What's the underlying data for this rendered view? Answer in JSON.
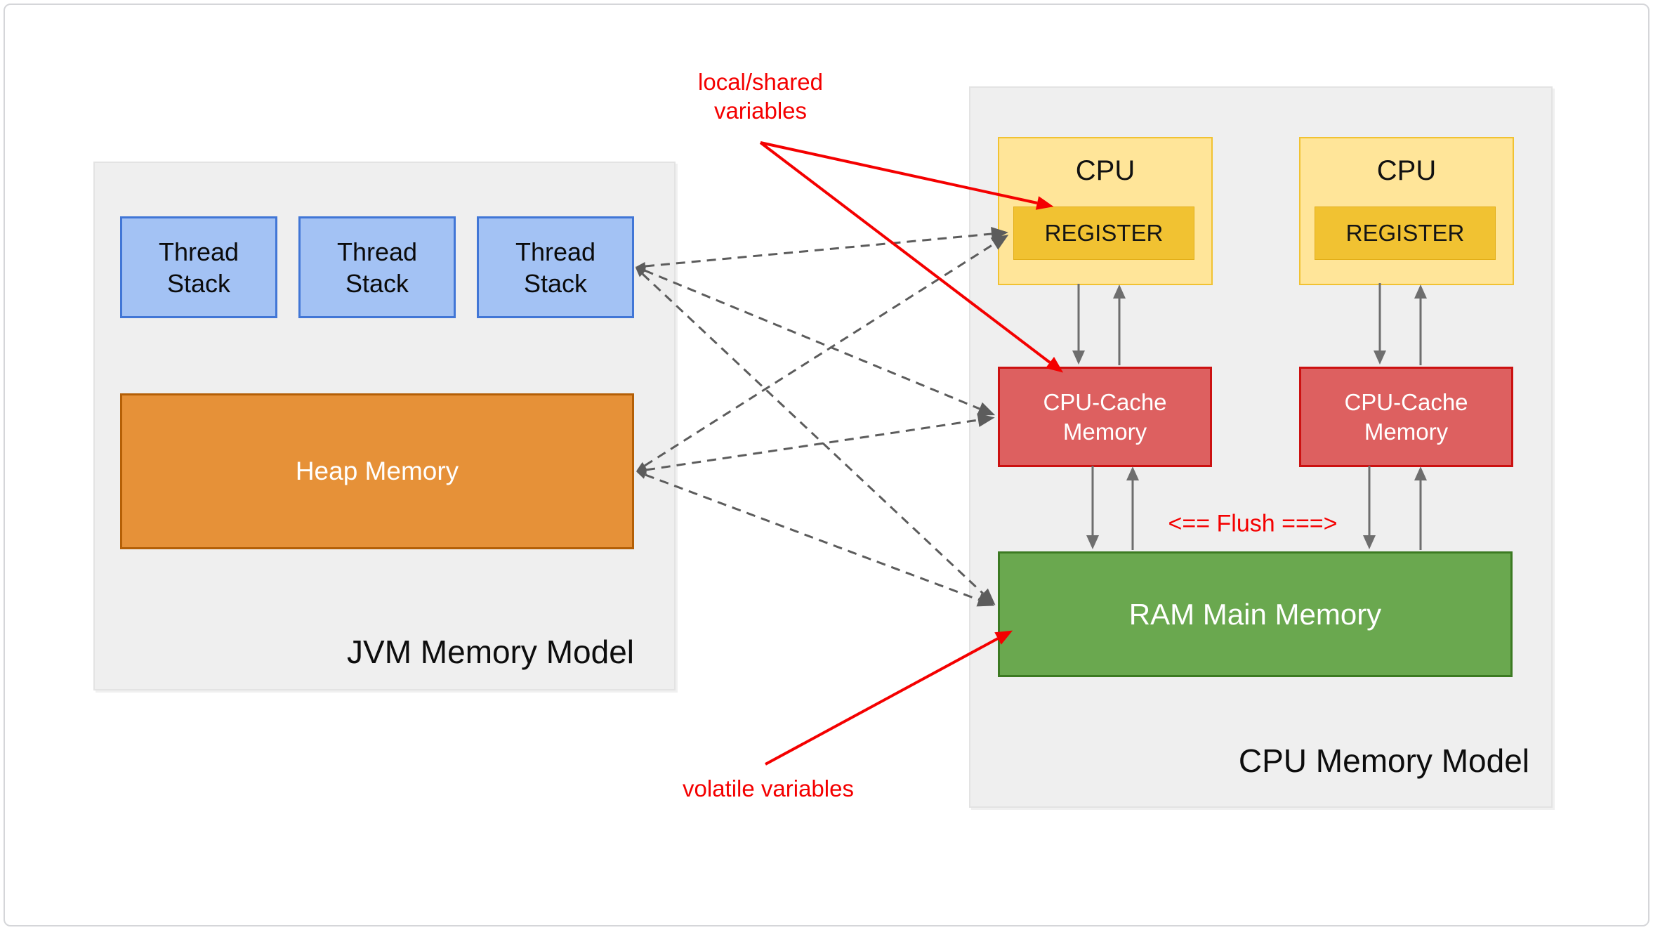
{
  "jvm_panel": {
    "title": "JVM Memory Model",
    "thread_stacks": [
      {
        "line1": "Thread",
        "line2": "Stack"
      },
      {
        "line1": "Thread",
        "line2": "Stack"
      },
      {
        "line1": "Thread",
        "line2": "Stack"
      }
    ],
    "heap_label": "Heap Memory"
  },
  "cpu_panel": {
    "title": "CPU Memory Model",
    "cpus": [
      {
        "label": "CPU",
        "register_label": "REGISTER"
      },
      {
        "label": "CPU",
        "register_label": "REGISTER"
      }
    ],
    "caches": [
      {
        "line1": "CPU-Cache",
        "line2": "Memory"
      },
      {
        "line1": "CPU-Cache",
        "line2": "Memory"
      }
    ],
    "ram_label": "RAM Main Memory",
    "flush_label": "<== Flush ===>"
  },
  "annotations": {
    "local_shared": {
      "line1": "local/shared",
      "line2": "variables"
    },
    "volatile_label": "volatile variables"
  },
  "colors": {
    "thread_stack_fill": "#a3c2f4",
    "thread_stack_border": "#4176d6",
    "heap_fill": "#e69138",
    "heap_border": "#b45f06",
    "cpu_fill": "#ffe599",
    "cpu_border": "#f1c232",
    "register_fill": "#f1c232",
    "cache_fill": "#dd6060",
    "cache_border": "#cc1111",
    "ram_fill": "#6aa84f",
    "ram_border": "#3c7a22",
    "panel_fill": "#efefef",
    "arrow_gray": "#5c5c5c",
    "annotation_red": "#f40000"
  }
}
